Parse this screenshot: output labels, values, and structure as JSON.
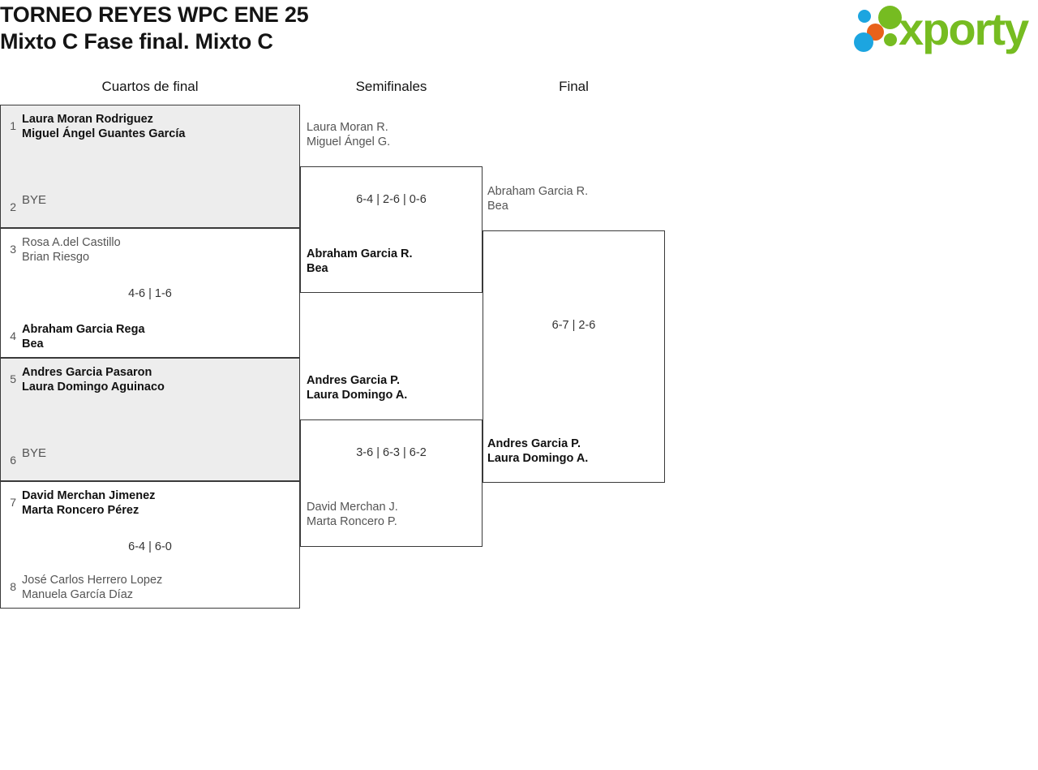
{
  "header": {
    "title_line1": "TORNEO REYES WPC ENE 25",
    "title_line2": "Mixto C Fase final. Mixto C",
    "logo_text": "xporty",
    "logo_colors": {
      "green": "#76bc21",
      "blue": "#1ca5e0",
      "orange": "#e8621a"
    }
  },
  "rounds": [
    {
      "label": "Cuartos de final"
    },
    {
      "label": "Semifinales"
    },
    {
      "label": "Final"
    }
  ],
  "quarterfinals": [
    {
      "shaded": true,
      "top": {
        "seed": "1",
        "line1": "Laura Moran Rodriguez",
        "line2": "Miguel Ángel Guantes García",
        "winner": true
      },
      "bottom": {
        "seed": "2",
        "line1": "BYE",
        "line2": "",
        "winner": false,
        "bye": true
      },
      "score": ""
    },
    {
      "shaded": false,
      "top": {
        "seed": "3",
        "line1": "Rosa A.del Castillo",
        "line2": "Brian Riesgo",
        "winner": false
      },
      "bottom": {
        "seed": "4",
        "line1": "Abraham Garcia Rega",
        "line2": "Bea",
        "winner": true
      },
      "score": "4-6 | 1-6"
    },
    {
      "shaded": true,
      "top": {
        "seed": "5",
        "line1": "Andres Garcia Pasaron",
        "line2": "Laura Domingo Aguinaco",
        "winner": true
      },
      "bottom": {
        "seed": "6",
        "line1": "BYE",
        "line2": "",
        "winner": false,
        "bye": true
      },
      "score": ""
    },
    {
      "shaded": false,
      "top": {
        "seed": "7",
        "line1": "David Merchan Jimenez",
        "line2": "Marta Roncero Pérez",
        "winner": true
      },
      "bottom": {
        "seed": "8",
        "line1": "José Carlos Herrero Lopez",
        "line2": "Manuela García Díaz",
        "winner": false
      },
      "score": "6-4 | 6-0"
    }
  ],
  "semifinals": [
    {
      "top": {
        "line1": "Laura Moran R.",
        "line2": "Miguel Ángel G.",
        "winner": false
      },
      "bottom": {
        "line1": "Abraham Garcia R.",
        "line2": "Bea",
        "winner": true
      },
      "score": "6-4 | 2-6 | 0-6"
    },
    {
      "top": {
        "line1": "Andres Garcia P.",
        "line2": "Laura Domingo A.",
        "winner": true
      },
      "bottom": {
        "line1": "David Merchan J.",
        "line2": "Marta Roncero P.",
        "winner": false
      },
      "score": "3-6 | 6-3 | 6-2"
    }
  ],
  "final": {
    "top": {
      "line1": "Abraham Garcia R.",
      "line2": "Bea",
      "winner": false
    },
    "bottom": {
      "line1": "Andres Garcia P.",
      "line2": "Laura Domingo A.",
      "winner": true
    },
    "score": "6-7 | 2-6"
  }
}
